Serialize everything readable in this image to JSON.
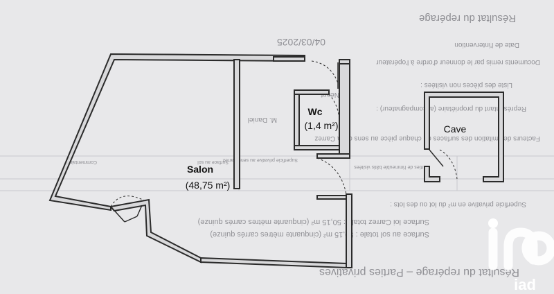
{
  "rooms": {
    "salon": {
      "name": "Salon",
      "area": "(48,75 m²)"
    },
    "wc": {
      "name": "Wc",
      "area": "(1,4 m²)"
    },
    "cave": {
      "name": "Cave"
    }
  },
  "background_doc": {
    "title": "Résultat du repérage",
    "date": "04/03/2025",
    "line_1": "Date de l'intervention",
    "line_2": "Documents remis par le donneur d'ordre à l'opérateur",
    "line_3": "Liste des pièces non visitées :",
    "line_4": "Néant",
    "line_5": "Représentant du propriétaire (accompagnateur) :",
    "line_6": "M. Daniel",
    "line_7": "Facteurs de limitation des surfaces de chaque pièce au sens de la Carrez",
    "table_header_1": "Parties de l'immeuble bâtis visitées",
    "table_header_2": "Superficie privative au sens Carrez",
    "table_header_3": "Surface au sol",
    "table_header_4": "Commentaires",
    "line_8": "Superficie privative en m² du lot ou des lots :",
    "total_carrez": "Surface loi Carrez totale : 50,15 m² (cinquante mètres carrés quinze)",
    "total_sol": "Surface au sol totale : 50,15 m² (cinquante mètres carrés quinze)",
    "footer": "Résultat du repérage – Parties privatives"
  },
  "logo": {
    "brand": "iad"
  },
  "colors": {
    "paper": "#e7e7e9",
    "wall": "#2b2b2b",
    "wall_fill": "#d9d9db",
    "watermark": "#ffffff"
  }
}
